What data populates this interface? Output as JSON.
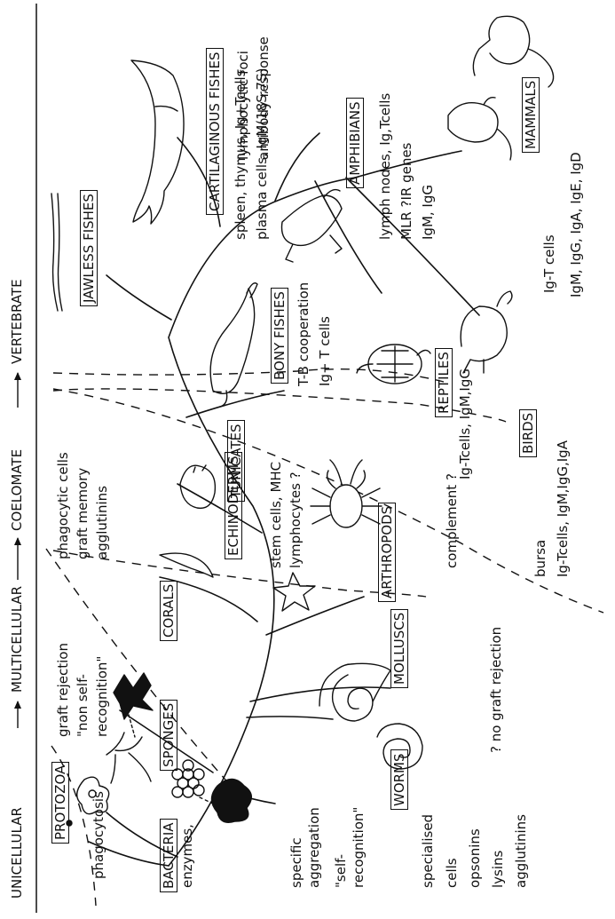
{
  "axis": {
    "unicellular": "UNICELLULAR",
    "multicellular": "MULTICELLULAR",
    "coelomate": "COELOMATE",
    "vertebrate": "VERTEBRATE"
  },
  "groups": {
    "protozoa": {
      "label": "PROTOZOA",
      "notes": [
        "phagocytosis"
      ]
    },
    "bacteria": {
      "label": "BACTERIA",
      "notes": [
        "enzymes,"
      ]
    },
    "sponges": {
      "label": "SPONGES",
      "notes": [
        "specific",
        "aggregation",
        "\"self-",
        "recognition\""
      ]
    },
    "corals": {
      "label": "CORALS",
      "notes": [
        "graft rejection",
        "\"non self-",
        "recognition\""
      ]
    },
    "worms": {
      "label": "WORMS",
      "notes": [
        "specialised",
        "cells",
        "opsonins",
        "lysins",
        "agglutinins"
      ]
    },
    "molluscs": {
      "label": "MOLLUSCS",
      "notes": [
        "? no graft rejection"
      ]
    },
    "echinoderms": {
      "label": "ECHINODERMS",
      "notes": [
        "phagocytic cells",
        "graft memory",
        "agglutinins"
      ]
    },
    "arthropods": {
      "label": "ARTHROPODS",
      "notes": [
        "complement ?"
      ]
    },
    "tunicates": {
      "label": "TUNICATES",
      "notes": [
        "stem cells, MHC",
        "lymphocytes ?"
      ]
    },
    "jawless_fishes": {
      "label": "JAWLESS FISHES",
      "notes": [
        "lymphocytic foci",
        "antibody response"
      ]
    },
    "cartilaginous_fishes": {
      "label": "CARTILAGINOUS FISHES",
      "notes": [
        "spleen, thymus,  Ig+Tcells",
        "plasma cells,  IgM(18S,7S)"
      ]
    },
    "bony_fishes": {
      "label": "BONY FISHES",
      "notes": [
        "T-B cooperation",
        "Ig+ T cells"
      ]
    },
    "amphibians": {
      "label": "AMPHIBIANS",
      "notes": [
        "lymph nodes,  Ig,Tcells",
        "MLR    ?IR genes",
        "IgM,  IgG"
      ]
    },
    "reptiles": {
      "label": "REPTILES",
      "notes": [
        "Ig-Tcells,  IgM,IgG"
      ]
    },
    "birds": {
      "label": "BIRDS",
      "notes": [
        "bursa",
        "Ig-Tcells,  IgM,IgG,IgA"
      ]
    },
    "mammals": {
      "label": "MAMMALS",
      "notes": [
        "Ig-T cells",
        "IgM, IgG, IgA, IgE, IgD"
      ]
    }
  }
}
